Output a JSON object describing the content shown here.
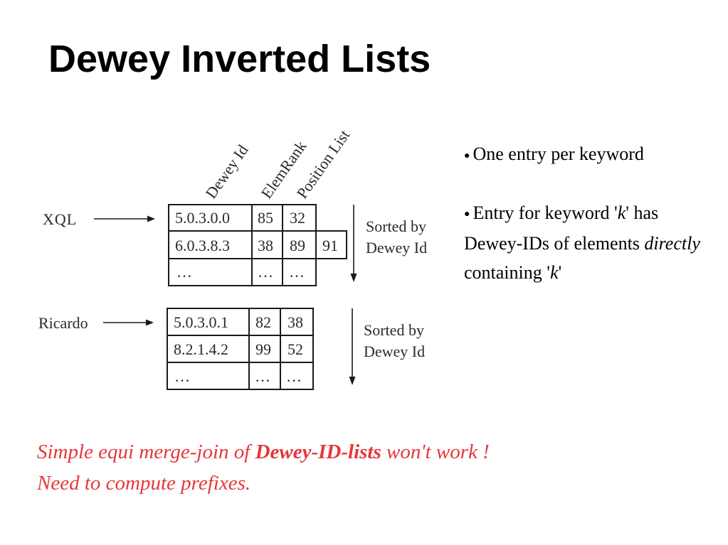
{
  "title": "Dewey Inverted Lists",
  "diagram": {
    "column_headers": [
      "Dewey Id",
      "ElemRank",
      "Position List"
    ],
    "lists": [
      {
        "keyword": "XQL",
        "rows": [
          {
            "dewey_id": "5.0.3.0.0",
            "elemrank": "85",
            "positions": [
              "32"
            ]
          },
          {
            "dewey_id": "6.0.3.8.3",
            "elemrank": "38",
            "positions": [
              "89",
              "91"
            ]
          },
          {
            "dewey_id": "…",
            "elemrank": "…",
            "positions": [
              "…"
            ]
          }
        ],
        "sorted_label_line1": "Sorted by",
        "sorted_label_line2": "Dewey Id"
      },
      {
        "keyword": "Ricardo",
        "rows": [
          {
            "dewey_id": "5.0.3.0.1",
            "elemrank": "82",
            "positions": [
              "38"
            ]
          },
          {
            "dewey_id": "8.2.1.4.2",
            "elemrank": "99",
            "positions": [
              "52"
            ]
          },
          {
            "dewey_id": "…",
            "elemrank": "…",
            "positions": [
              "…"
            ]
          }
        ],
        "sorted_label_line1": "Sorted by",
        "sorted_label_line2": "Dewey Id"
      }
    ]
  },
  "bullets": {
    "item1": "One entry per keyword",
    "item2_part1": "Entry for keyword '",
    "item2_k1": "k",
    "item2_part2": "' has Dewey-IDs of elements ",
    "item2_directly": "directly",
    "item2_part3": " containing '",
    "item2_k2": "k",
    "item2_part4": "'"
  },
  "note": {
    "line1_part1": "Simple equi merge-join of ",
    "line1_bold": "Dewey-ID-lists",
    "line1_part2": " won't work !",
    "line2": "Need to compute prefixes."
  },
  "colors": {
    "note": "#e8363a",
    "diagram_stroke": "#1a1a1a"
  }
}
